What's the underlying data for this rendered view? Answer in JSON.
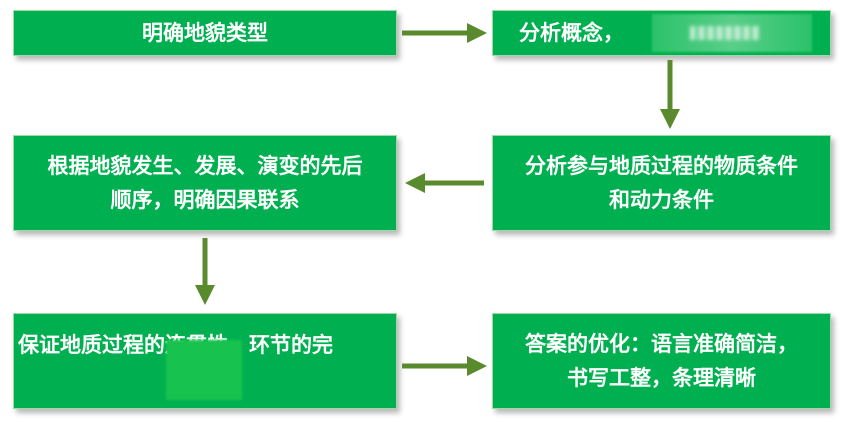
{
  "colors": {
    "box_fill": "#00b050",
    "arrow": "#5a8a2e"
  },
  "flow": {
    "step1": "明确地貌类型",
    "step2": "分析概念，",
    "step3": "分析参与地质过程的物质条件\n和动力条件",
    "step4": "根据地貌发生、发展、演变的先后\n顺序，明确因果联系",
    "step5": "保证地质过程的连贯性，环节的完",
    "step6": "答案的优化：语言准确简洁，\n书写工整，条理清晰"
  }
}
